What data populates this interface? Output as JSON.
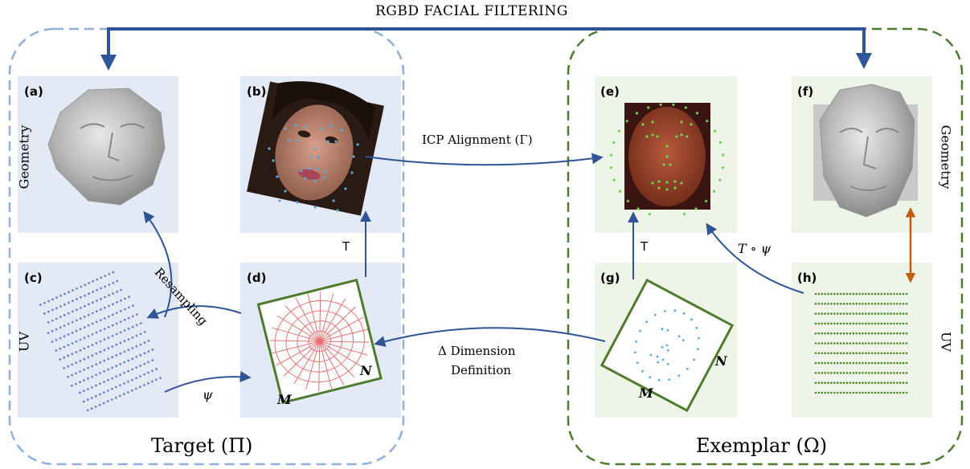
{
  "title": "RGBD FACIAL FILTERING",
  "groups": {
    "target": "Target (Π)",
    "exemplar": "Exemplar (Ω)"
  },
  "panels": {
    "a": "(a)",
    "b": "(b)",
    "c": "(c)",
    "d": "(d)",
    "e": "(e)",
    "f": "(f)",
    "g": "(g)",
    "h": "(h)"
  },
  "side_labels": {
    "geometry_left": "Geometry",
    "uv_left": "UV",
    "geometry_right": "Geometry",
    "uv_right": "UV"
  },
  "edges": {
    "icp": "ICP Alignment (Γ)",
    "resampling": "Resampling",
    "t_left": "T",
    "t_right": "T",
    "t_psi": "T ∘ ψ",
    "psi": "ψ",
    "dimension_line1": "Δ  Dimension",
    "dimension_line2": "Definition"
  },
  "axis_letters": {
    "d_m": "M",
    "d_n": "N",
    "g_m": "M",
    "g_n": "N"
  },
  "colors": {
    "target_panel_bg": "#e3e9f5",
    "exemplar_panel_bg": "#eef4e7",
    "target_border": "#8fb0dd",
    "exemplar_border": "#4e7b2e",
    "arrow": "#2f5597",
    "orange_arrow": "#c55a11",
    "uv_dots_blue": "#6b86c4",
    "uv_dots_green": "#4f8a2a",
    "square_border": "#4e7b2e",
    "voronoi": "#e57373",
    "landmark_blue": "#5aa8e0",
    "landmark_green": "#6fd44a"
  },
  "icons": {
    "face_geometry": "face-mesh-icon",
    "face_photo": "face-photo-icon"
  }
}
